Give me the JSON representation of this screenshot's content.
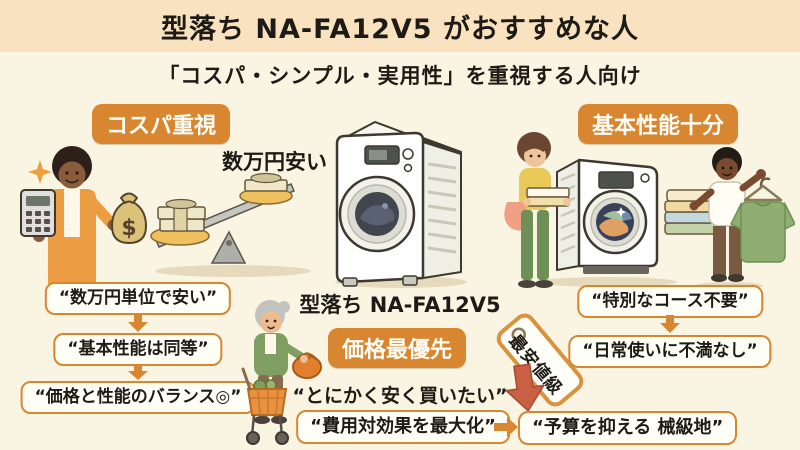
{
  "header": {
    "title": "型落ち NA-FA12V5 がおすすめな人",
    "subtitle": "「コスパ・シンプル・実用性」を重視する人向け"
  },
  "left_section": {
    "badge": "コスパ重視",
    "caption": "数万円安い",
    "illustration": "man-with-calculator-money-bag-and-balance-scale",
    "steps": [
      "“数万円単位で安い”",
      "“基本性能は同等”",
      "“価格と性能のバランス◎”"
    ]
  },
  "center_section": {
    "product_label": "型落ち NA-FA12V5",
    "badge": "価格最優先",
    "illustration": "drum-washing-machine-and-elderly-woman-with-shopping-cart",
    "quote": "“とにかく安く買いたい”",
    "step": "“費用対効果を最大化”"
  },
  "price_tag": {
    "label": "最安値級"
  },
  "right_section": {
    "badge": "基本性能十分",
    "illustration": "woman-and-man-holding-laundry-beside-washing-machine",
    "steps": [
      "“特別なコース不要”",
      "“日常使いに不満なし”"
    ],
    "result": "“予算を抑える 械級地”"
  },
  "colors": {
    "background": "#FAF4E3",
    "title_band": "#F9E2BF",
    "accent_orange": "#D8862F",
    "bubble_background": "#FFFEF7",
    "tag_arrow_red": "#C95F43",
    "text": "#1E1B16"
  }
}
